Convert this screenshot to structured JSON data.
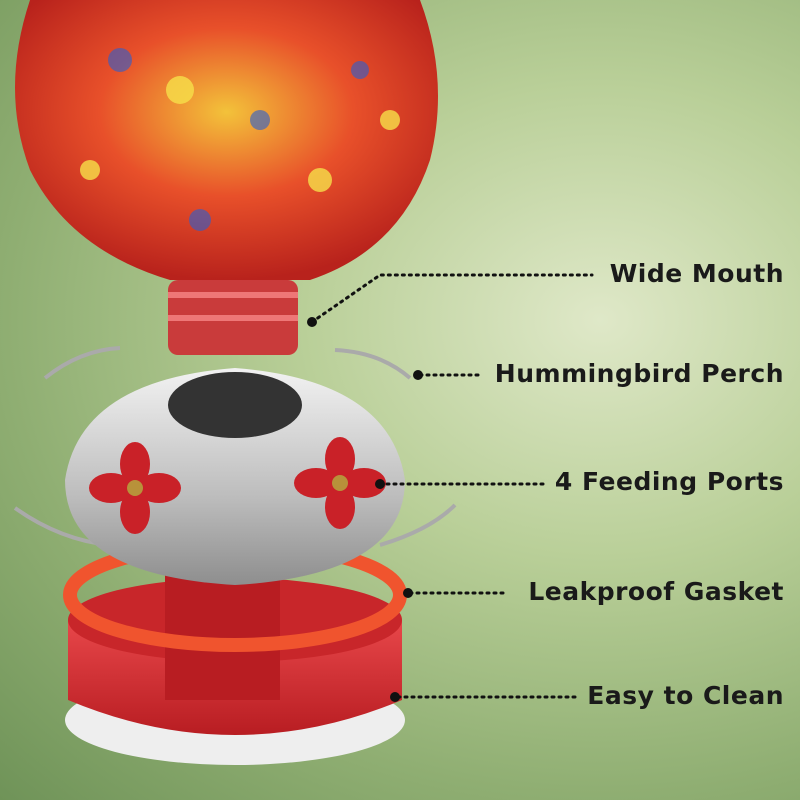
{
  "labels": {
    "wide_mouth": "Wide Mouth",
    "perch": "Hummingbird Perch",
    "ports": "4 Feeding Ports",
    "gasket": "Leakproof Gasket",
    "clean": "Easy to Clean"
  },
  "colors": {
    "feeder_red": "#d42a2e",
    "gasket_orange": "#f0542e",
    "metal": "#c9c9c9"
  }
}
